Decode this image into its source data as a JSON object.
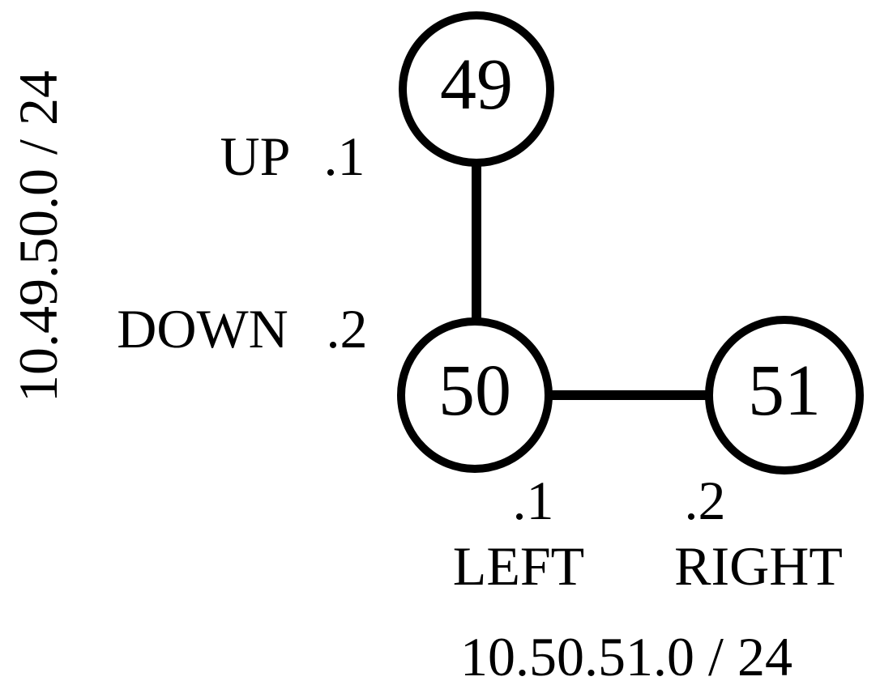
{
  "diagram": {
    "title": "network-topology",
    "colors": {
      "background": "#ffffff",
      "ink": "#000000"
    },
    "nodes": [
      {
        "id": "node-49",
        "label": "49"
      },
      {
        "id": "node-50",
        "label": "50"
      },
      {
        "id": "node-51",
        "label": "51"
      }
    ],
    "links": [
      {
        "from": "49",
        "to": "50",
        "orientation": "vertical"
      },
      {
        "from": "50",
        "to": "51",
        "orientation": "horizontal"
      }
    ],
    "subnets": {
      "left_vertical": "10.49.50.0 / 24",
      "bottom": "10.50.51.0 / 24"
    },
    "interfaces": {
      "up": {
        "name": "UP",
        "addr": ".1"
      },
      "down": {
        "name": "DOWN",
        "addr": ".2"
      },
      "left": {
        "name": "LEFT",
        "addr": ".1"
      },
      "right": {
        "name": "RIGHT",
        "addr": ".2"
      }
    }
  }
}
